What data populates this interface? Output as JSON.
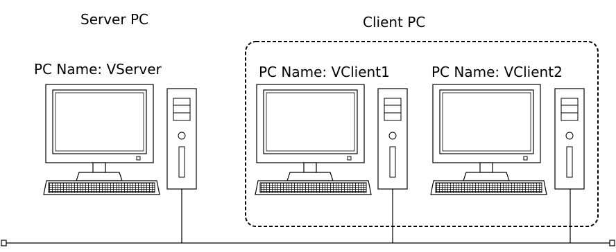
{
  "server": {
    "group_label": "Server PC",
    "pc_name": "PC Name: VServer"
  },
  "client_group": {
    "group_label": "Client PC",
    "clients": [
      {
        "pc_name": "PC Name: VClient1"
      },
      {
        "pc_name": "PC Name: VClient2"
      }
    ]
  },
  "colors": {
    "stroke": "#000000",
    "background": "#ffffff"
  }
}
